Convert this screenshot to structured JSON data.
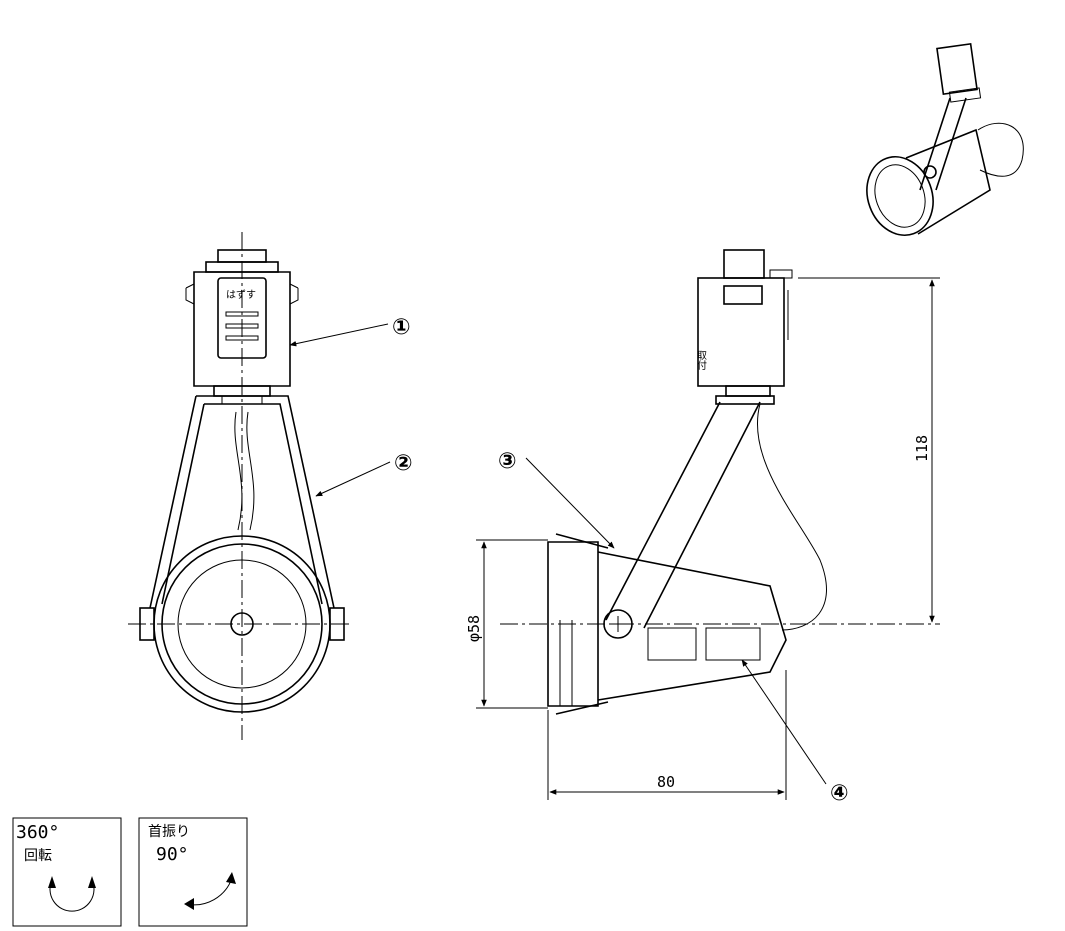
{
  "callouts": {
    "c1": "①",
    "c2": "②",
    "c3": "③",
    "c4": "④"
  },
  "dimensions": {
    "height": "118",
    "diameter": "φ58",
    "length": "80"
  },
  "adapter_text": "はずす",
  "side_text": "取付",
  "rotation_box": {
    "angle": "360°",
    "label": "回転"
  },
  "swing_box": {
    "label": "首振り",
    "angle": "90°"
  }
}
